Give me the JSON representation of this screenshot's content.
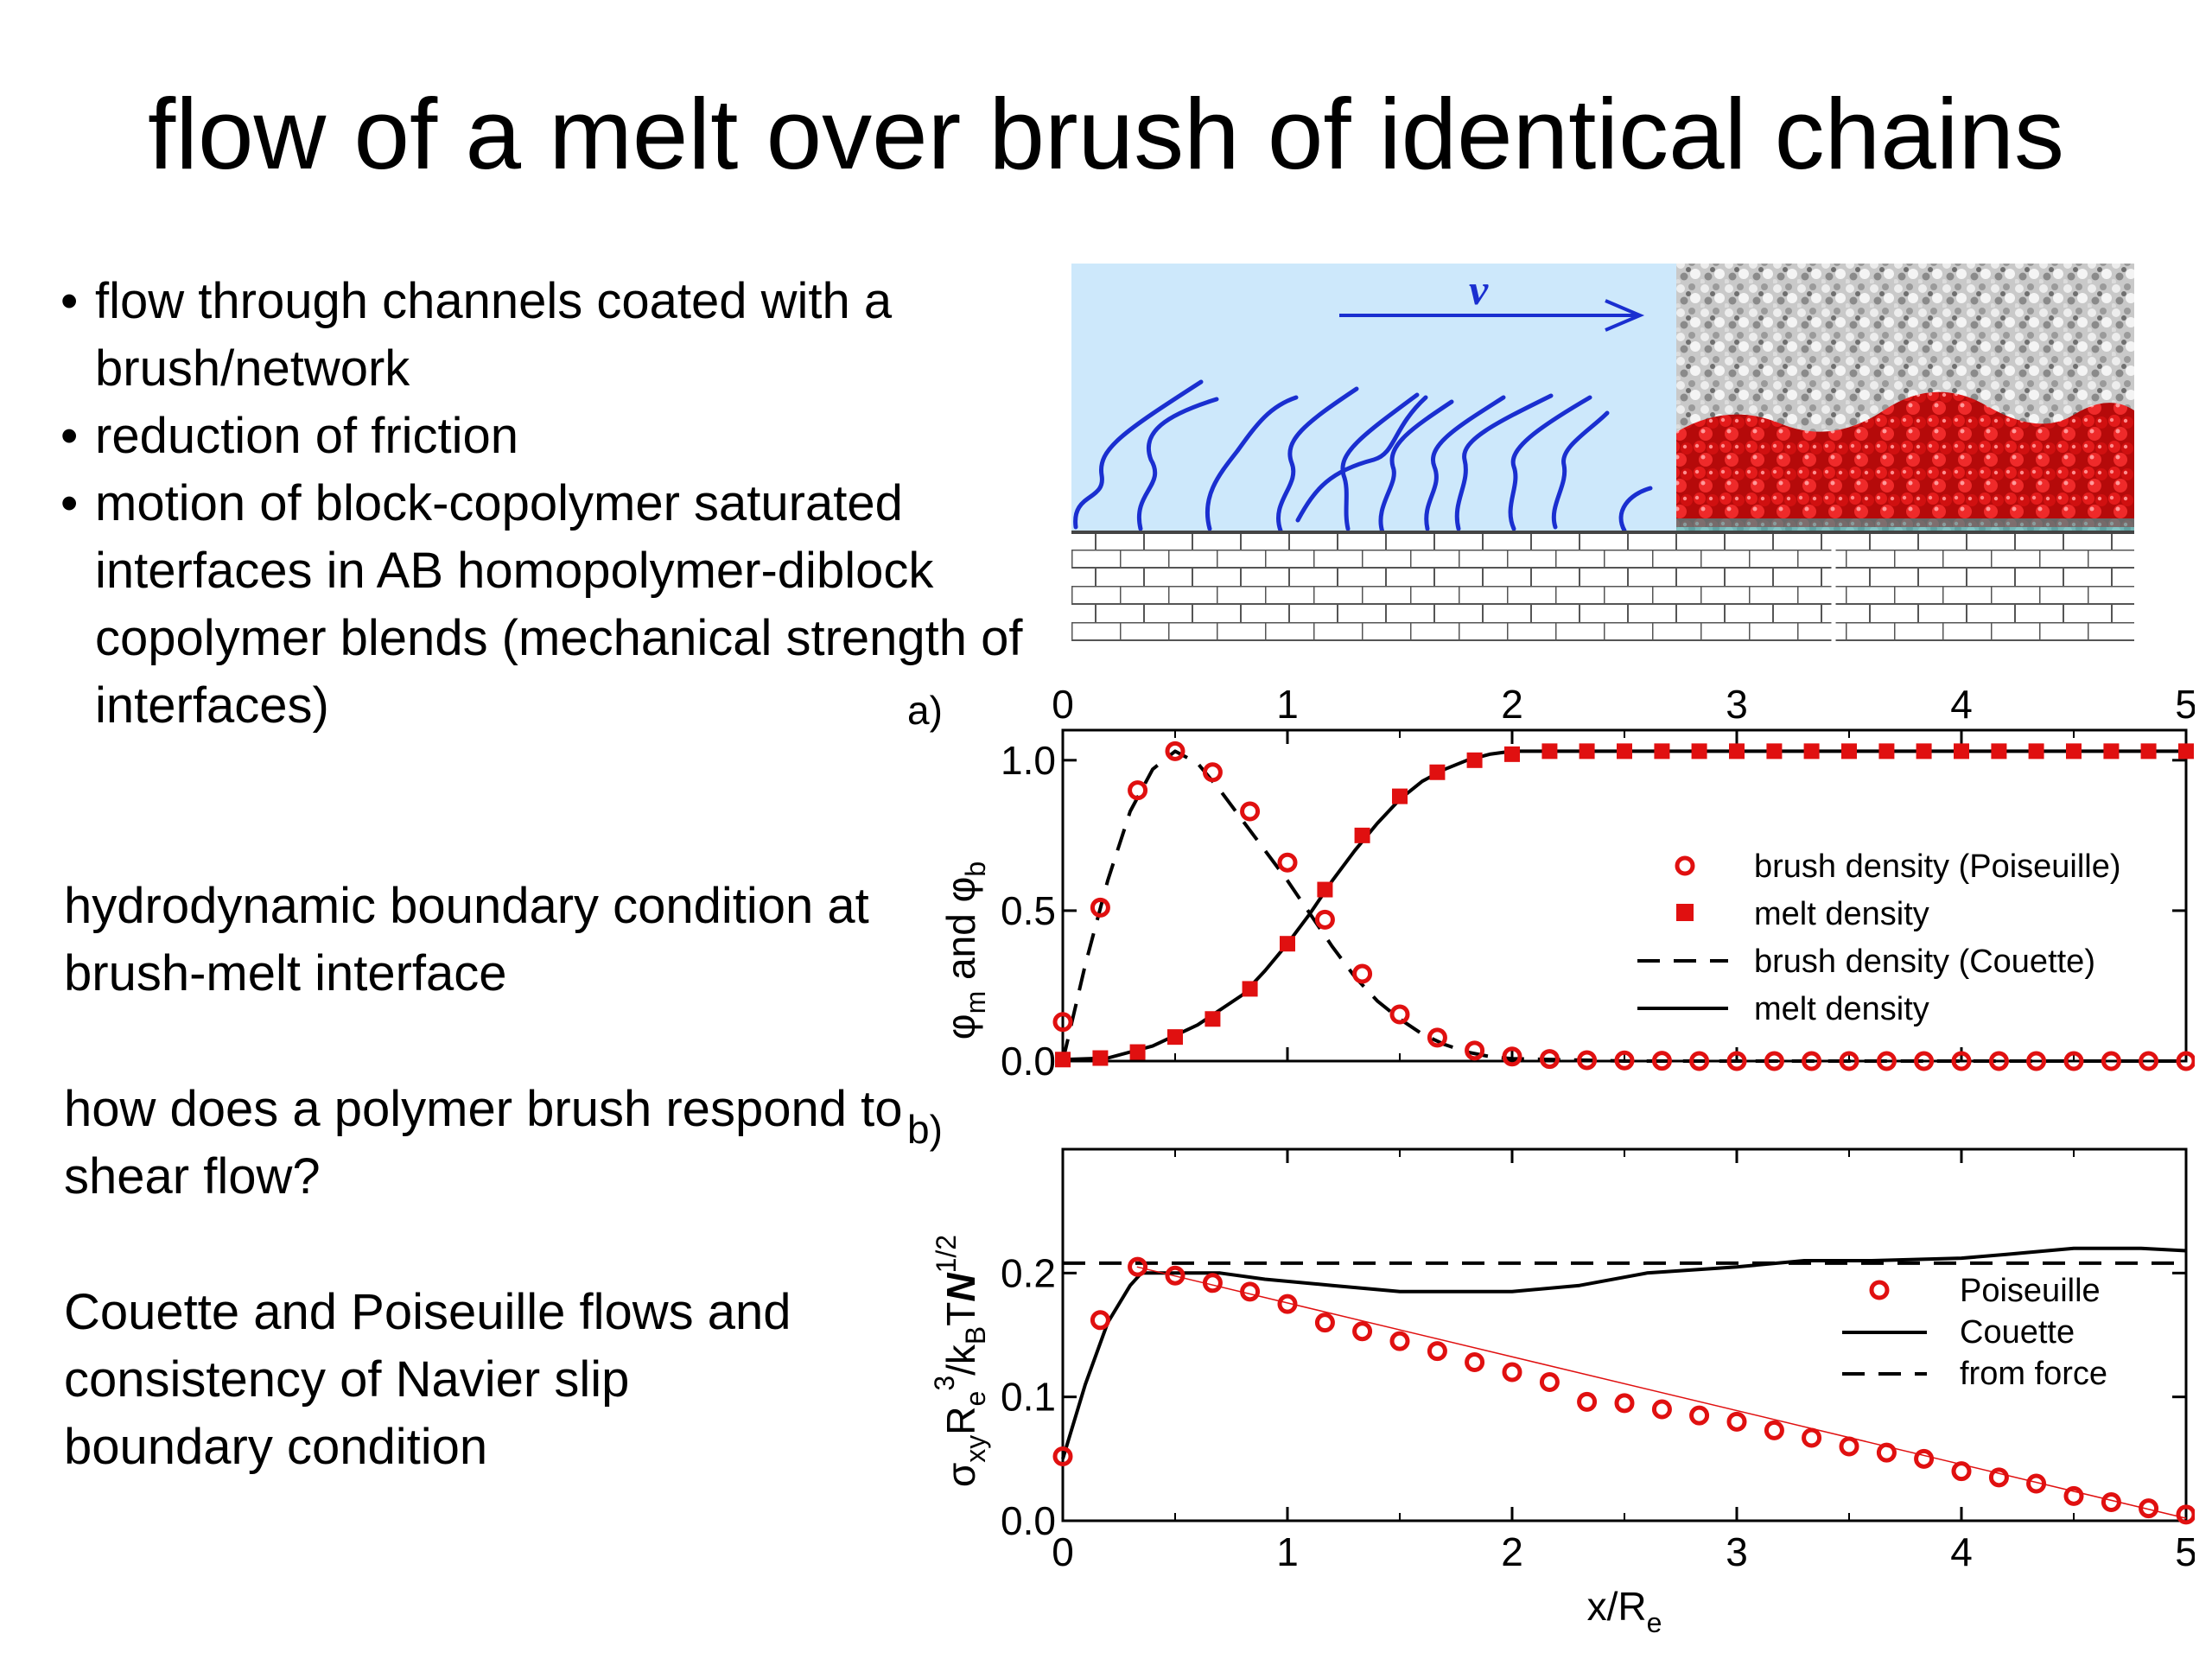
{
  "slide": {
    "title": "flow of a melt over brush of identical chains",
    "bullets": [
      "flow through channels coated with a brush/network",
      "reduction of friction",
      "motion of block-copolymer saturated interfaces in AB homopolymer-diblock copolymer blends (mechanical strength of interfaces)"
    ],
    "paragraphs": [
      "hydrodynamic boundary condition at brush-melt interface",
      "how does a polymer brush respond to shear flow?",
      "Couette and Poiseuille flows and consistency of Navier slip boundary condition"
    ]
  },
  "schematic": {
    "velocity_label": "v",
    "colors": {
      "fluid": "#cde8fb",
      "chains": "#1a2fd0",
      "brush": "#e01010",
      "melt": "#c8c8c8",
      "wall_line": "#444444"
    }
  },
  "chart_data": [
    {
      "type": "scatter",
      "panel_label": "a)",
      "ylabel_parts": [
        "φ",
        "m",
        " and φ",
        "b"
      ],
      "xlim": [
        0,
        5
      ],
      "ylim": [
        0,
        1.1
      ],
      "xticks": [
        "0",
        "1",
        "2",
        "3",
        "4",
        "5"
      ],
      "yticks": [
        "0.0",
        "0.5",
        "1.0"
      ],
      "series": [
        {
          "name": "brush density (Poiseuille)",
          "marker": "open-circle",
          "color": "#e01010",
          "x": [
            0,
            0.167,
            0.333,
            0.5,
            0.667,
            0.833,
            1.0,
            1.167,
            1.333,
            1.5,
            1.667,
            1.833,
            2.0,
            2.167,
            2.333,
            2.5,
            2.667,
            2.833,
            3.0,
            3.167,
            3.333,
            3.5,
            3.667,
            3.833,
            4.0,
            4.167,
            4.333,
            4.5,
            4.667,
            4.833,
            5.0
          ],
          "y": [
            0.13,
            0.51,
            0.9,
            1.03,
            0.96,
            0.83,
            0.66,
            0.47,
            0.29,
            0.155,
            0.078,
            0.035,
            0.015,
            0.007,
            0.003,
            0.002,
            0.001,
            0.0,
            0.0,
            0.0,
            0.0,
            0.0,
            0.0,
            0.0,
            0.0,
            0.0,
            0.0,
            0.0,
            0.0,
            0.0,
            0.0
          ]
        },
        {
          "name": "melt density",
          "marker": "filled-square",
          "color": "#e01010",
          "x": [
            0,
            0.167,
            0.333,
            0.5,
            0.667,
            0.833,
            1.0,
            1.167,
            1.333,
            1.5,
            1.667,
            1.833,
            2.0,
            2.167,
            2.333,
            2.5,
            2.667,
            2.833,
            3.0,
            3.167,
            3.333,
            3.5,
            3.667,
            3.833,
            4.0,
            4.167,
            4.333,
            4.5,
            4.667,
            4.833,
            5.0
          ],
          "y": [
            0.005,
            0.01,
            0.03,
            0.08,
            0.14,
            0.24,
            0.39,
            0.57,
            0.75,
            0.88,
            0.96,
            1.0,
            1.02,
            1.03,
            1.03,
            1.03,
            1.03,
            1.03,
            1.03,
            1.03,
            1.03,
            1.03,
            1.03,
            1.03,
            1.03,
            1.03,
            1.03,
            1.03,
            1.03,
            1.03,
            1.03
          ]
        },
        {
          "name": "brush density (Couette)",
          "line": "dashed",
          "color": "#000000",
          "x": [
            0,
            0.1,
            0.2,
            0.3,
            0.4,
            0.5,
            0.6,
            0.7,
            0.8,
            0.9,
            1.0,
            1.1,
            1.2,
            1.3,
            1.4,
            1.5,
            1.6,
            1.7,
            1.8,
            1.9,
            2.0,
            2.5,
            3.0,
            4.0,
            5.0
          ],
          "y": [
            0.0,
            0.32,
            0.6,
            0.83,
            0.97,
            1.03,
            0.99,
            0.9,
            0.8,
            0.7,
            0.6,
            0.49,
            0.38,
            0.28,
            0.2,
            0.14,
            0.09,
            0.055,
            0.03,
            0.015,
            0.008,
            0.0,
            0.0,
            0.0,
            0.0
          ]
        },
        {
          "name": "melt density",
          "line": "solid",
          "color": "#000000",
          "x": [
            0,
            0.2,
            0.4,
            0.6,
            0.8,
            0.9,
            1.0,
            1.1,
            1.2,
            1.3,
            1.4,
            1.5,
            1.6,
            1.7,
            1.8,
            1.9,
            2.0,
            2.2,
            2.5,
            3.0,
            4.0,
            5.0
          ],
          "y": [
            0.005,
            0.01,
            0.05,
            0.12,
            0.22,
            0.3,
            0.39,
            0.49,
            0.6,
            0.7,
            0.79,
            0.87,
            0.93,
            0.97,
            1.0,
            1.02,
            1.03,
            1.03,
            1.03,
            1.03,
            1.03,
            1.03
          ]
        }
      ],
      "legend_position": "center-right"
    },
    {
      "type": "scatter",
      "panel_label": "b)",
      "ylabel_parts": [
        "σ",
        "xy",
        "R",
        "e",
        "3",
        "/k",
        "B",
        "T",
        "N",
        "1/2"
      ],
      "xlabel_parts": [
        "x/R",
        "e"
      ],
      "xlim": [
        0,
        5
      ],
      "ylim": [
        0,
        0.3
      ],
      "xticks": [
        "0",
        "1",
        "2",
        "3",
        "4",
        "5"
      ],
      "yticks": [
        "0.0",
        "0.1",
        "0.2"
      ],
      "series": [
        {
          "name": "Poiseuille",
          "marker": "open-circle",
          "color": "#e01010",
          "x": [
            0,
            0.167,
            0.333,
            0.5,
            0.667,
            0.833,
            1.0,
            1.167,
            1.333,
            1.5,
            1.667,
            1.833,
            2.0,
            2.167,
            2.333,
            2.5,
            2.667,
            2.833,
            3.0,
            3.167,
            3.333,
            3.5,
            3.667,
            3.833,
            4.0,
            4.167,
            4.333,
            4.5,
            4.667,
            4.833,
            5.0
          ],
          "y": [
            0.052,
            0.162,
            0.205,
            0.198,
            0.192,
            0.185,
            0.175,
            0.16,
            0.153,
            0.145,
            0.137,
            0.128,
            0.12,
            0.112,
            0.096,
            0.095,
            0.09,
            0.085,
            0.08,
            0.073,
            0.067,
            0.06,
            0.055,
            0.05,
            0.04,
            0.035,
            0.03,
            0.02,
            0.015,
            0.01,
            0.005
          ]
        },
        {
          "name": "Couette",
          "line": "solid",
          "color": "#000000",
          "x": [
            0,
            0.05,
            0.1,
            0.2,
            0.3,
            0.35,
            0.5,
            0.7,
            0.9,
            1.2,
            1.5,
            1.8,
            2.0,
            2.3,
            2.6,
            3.0,
            3.3,
            3.6,
            4.0,
            4.2,
            4.5,
            4.8,
            5.0
          ],
          "y": [
            0.05,
            0.08,
            0.11,
            0.16,
            0.19,
            0.2,
            0.2,
            0.2,
            0.195,
            0.19,
            0.185,
            0.185,
            0.185,
            0.19,
            0.2,
            0.205,
            0.21,
            0.21,
            0.212,
            0.215,
            0.22,
            0.22,
            0.218
          ]
        },
        {
          "name": "from force",
          "line": "dashed",
          "color": "#000000",
          "x": [
            0,
            5
          ],
          "y": [
            0.208,
            0.208
          ]
        },
        {
          "name": "",
          "line": "thin",
          "color": "#e01010",
          "x": [
            0.33,
            5.0
          ],
          "y": [
            0.205,
            0.002
          ]
        }
      ],
      "legend_position": "center-right"
    }
  ]
}
